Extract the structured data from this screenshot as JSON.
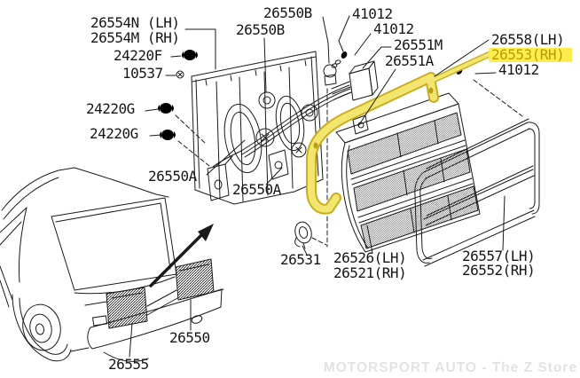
{
  "colors": {
    "background": "#ffffff",
    "line": "#1a1a1a",
    "highlight_background": "#ffec4f",
    "highlight_text": "#b89b00",
    "gasket_fill": "#f2e570",
    "gasket_outline": "#c9ae1d",
    "gasket_hole": "#b79d1a",
    "watermark": "#e3e3e3"
  },
  "watermark": {
    "text": "MOTORSPORT AUTO - The Z Store"
  },
  "labels": [
    {
      "id": "26554N-LH",
      "text": "26554N (LH)"
    },
    {
      "id": "26554M-RH",
      "text": "26554M (RH)"
    },
    {
      "id": "24220F",
      "text": "24220F"
    },
    {
      "id": "10537",
      "text": "10537"
    },
    {
      "id": "26550B-top",
      "text": "26550B"
    },
    {
      "id": "26550B-left",
      "text": "26550B"
    },
    {
      "id": "41012-top",
      "text": "41012"
    },
    {
      "id": "41012-mid",
      "text": "41012"
    },
    {
      "id": "26551M",
      "text": "26551M"
    },
    {
      "id": "26551A",
      "text": "26551A"
    },
    {
      "id": "26558-LH",
      "text": "26558(LH)"
    },
    {
      "id": "26553-RH",
      "text": "26553(RH)",
      "highlighted": true
    },
    {
      "id": "41012-right",
      "text": "41012"
    },
    {
      "id": "24220G-a",
      "text": "24220G"
    },
    {
      "id": "24220G-b",
      "text": "24220G"
    },
    {
      "id": "26550A-left",
      "text": "26550A"
    },
    {
      "id": "26550A-center",
      "text": "26550A"
    },
    {
      "id": "26531",
      "text": "26531"
    },
    {
      "id": "26526-LH",
      "text": "26526(LH)"
    },
    {
      "id": "26521-RH",
      "text": "26521(RH)"
    },
    {
      "id": "26557-LH",
      "text": "26557(LH)"
    },
    {
      "id": "26552-RH",
      "text": "26552(RH)"
    },
    {
      "id": "26550",
      "text": "26550"
    },
    {
      "id": "26555",
      "text": "26555"
    }
  ]
}
